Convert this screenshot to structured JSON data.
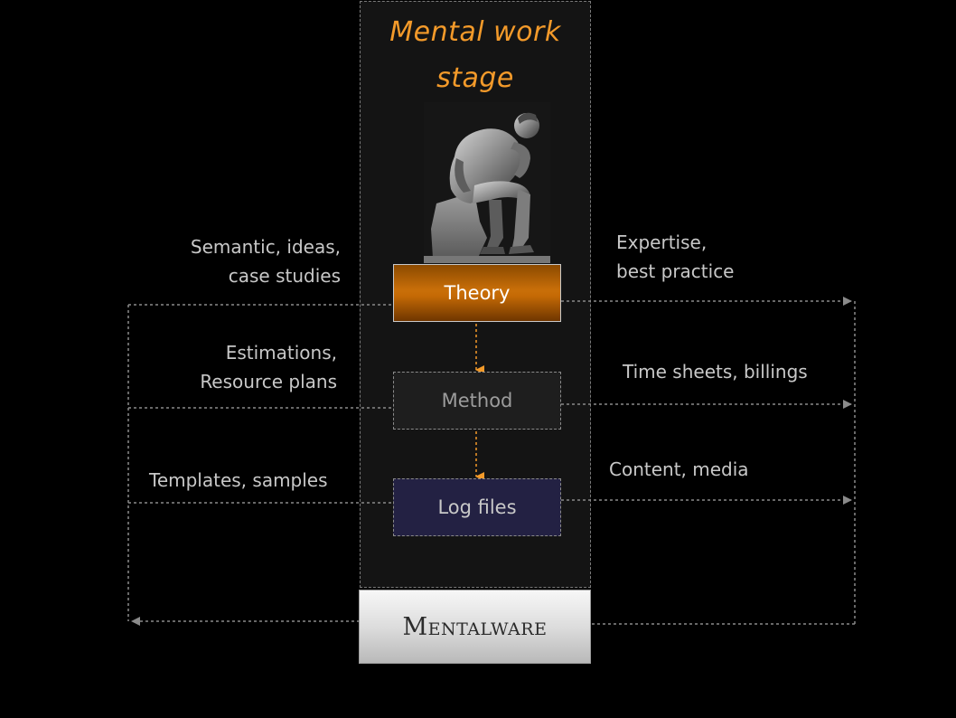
{
  "stage_title": {
    "line1": "Mental work",
    "line2": "stage"
  },
  "boxes": {
    "theory": "Theory",
    "method": "Method",
    "log_files": "Log files"
  },
  "bottom_box": "Mentalware",
  "left_labels": {
    "top": [
      "Semantic, ideas,",
      "case studies"
    ],
    "middle": [
      "Estimations,",
      "Resource plans"
    ],
    "bottom": [
      "Templates, samples"
    ]
  },
  "right_labels": {
    "top": [
      "Expertise,",
      "best practice"
    ],
    "middle": [
      "Time sheets, billings"
    ],
    "bottom": [
      "Content, media"
    ]
  },
  "colors": {
    "accent_orange": "#f39a2a",
    "theory_box": "#c96f09",
    "log_box": "#232143",
    "connector": "#8a8a8a"
  },
  "icons": {
    "statue": "thinker-statue-image"
  }
}
